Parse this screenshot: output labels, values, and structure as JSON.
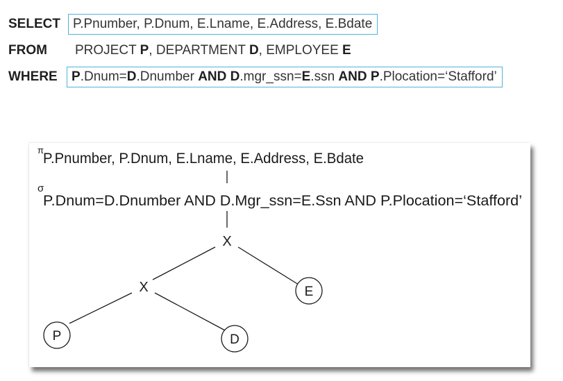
{
  "sql": {
    "select_kw": "SELECT",
    "select_clause": "P.Pnumber, P.Dnum, E.Lname, E.Address, E.Bdate",
    "from_kw": "FROM",
    "from_parts": [
      {
        "t": "PROJECT ",
        "b": false
      },
      {
        "t": "P",
        "b": true
      },
      {
        "t": ", DEPARTMENT ",
        "b": false
      },
      {
        "t": "D",
        "b": true
      },
      {
        "t": ", EMPLOYEE ",
        "b": false
      },
      {
        "t": "E",
        "b": true
      }
    ],
    "where_kw": "WHERE",
    "where_parts": [
      {
        "t": "P",
        "b": true
      },
      {
        "t": ".Dnum=",
        "b": false
      },
      {
        "t": "D",
        "b": true
      },
      {
        "t": ".Dnumber ",
        "b": false
      },
      {
        "t": "AND ",
        "b": true
      },
      {
        "t": "D",
        "b": true
      },
      {
        "t": ".mgr_ssn=",
        "b": false
      },
      {
        "t": "E",
        "b": true
      },
      {
        "t": ".ssn ",
        "b": false
      },
      {
        "t": "AND ",
        "b": true
      },
      {
        "t": "P",
        "b": true
      },
      {
        "t": ".Plocation=‘Stafford’",
        "b": false
      }
    ]
  },
  "tree": {
    "pi_symbol": "π",
    "projection_list": "P.Pnumber, P.Dnum, E.Lname, E.Address, E.Bdate",
    "sigma_symbol": "σ",
    "selection_condition": "P.Dnum=D.Dnumber AND D.Mgr_ssn=E.Ssn AND P.Plocation=‘Stafford’",
    "cross_top": "X",
    "cross_inner": "X",
    "leaf_p": "P",
    "leaf_d": "D",
    "leaf_e": "E"
  },
  "colors": {
    "highlight_border": "#4fb3d9"
  }
}
